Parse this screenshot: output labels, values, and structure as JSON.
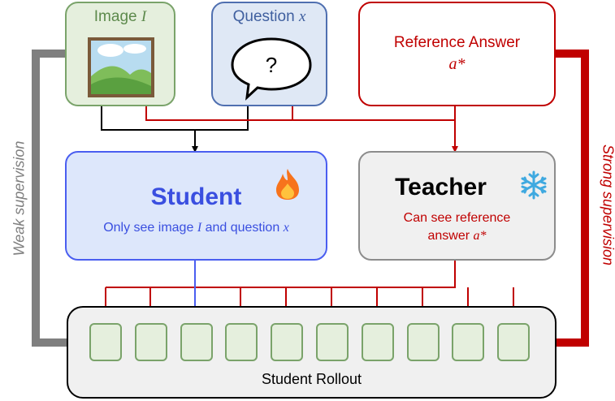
{
  "image_box": {
    "label": "Image",
    "symbol": "I"
  },
  "question_box": {
    "label": "Question",
    "symbol": "x",
    "bubble_text": "?"
  },
  "reference_box": {
    "label": "Reference Answer",
    "symbol": "a*"
  },
  "student_box": {
    "title": "Student",
    "subtitle_prefix": "Only see image",
    "symbol_image": "I",
    "subtitle_mid": "and question",
    "symbol_question": "x"
  },
  "teacher_box": {
    "title": "Teacher",
    "line1": "Can see reference",
    "line2_prefix": "answer",
    "symbol": "a*"
  },
  "rollout": {
    "label": "Student Rollout",
    "slots": 10
  },
  "side_labels": {
    "left": "Weak supervision",
    "right": "Strong supervision"
  },
  "colors": {
    "green_border": "#7aa36a",
    "green_fill": "#e5efdd",
    "blue_border": "#4f6fb0",
    "blue_fill": "#dfe8f5",
    "red": "#c00000",
    "red_fill": "#ffffff",
    "student_border": "#4a5ef0",
    "student_fill": "#dde7fb",
    "teacher_border": "#8c8c8c",
    "teacher_fill": "#f0f0f0",
    "gray_arrow": "#7f7f7f"
  },
  "icons": [
    "picture-icon",
    "speech-bubble-icon",
    "fire-icon",
    "snowflake-icon"
  ]
}
